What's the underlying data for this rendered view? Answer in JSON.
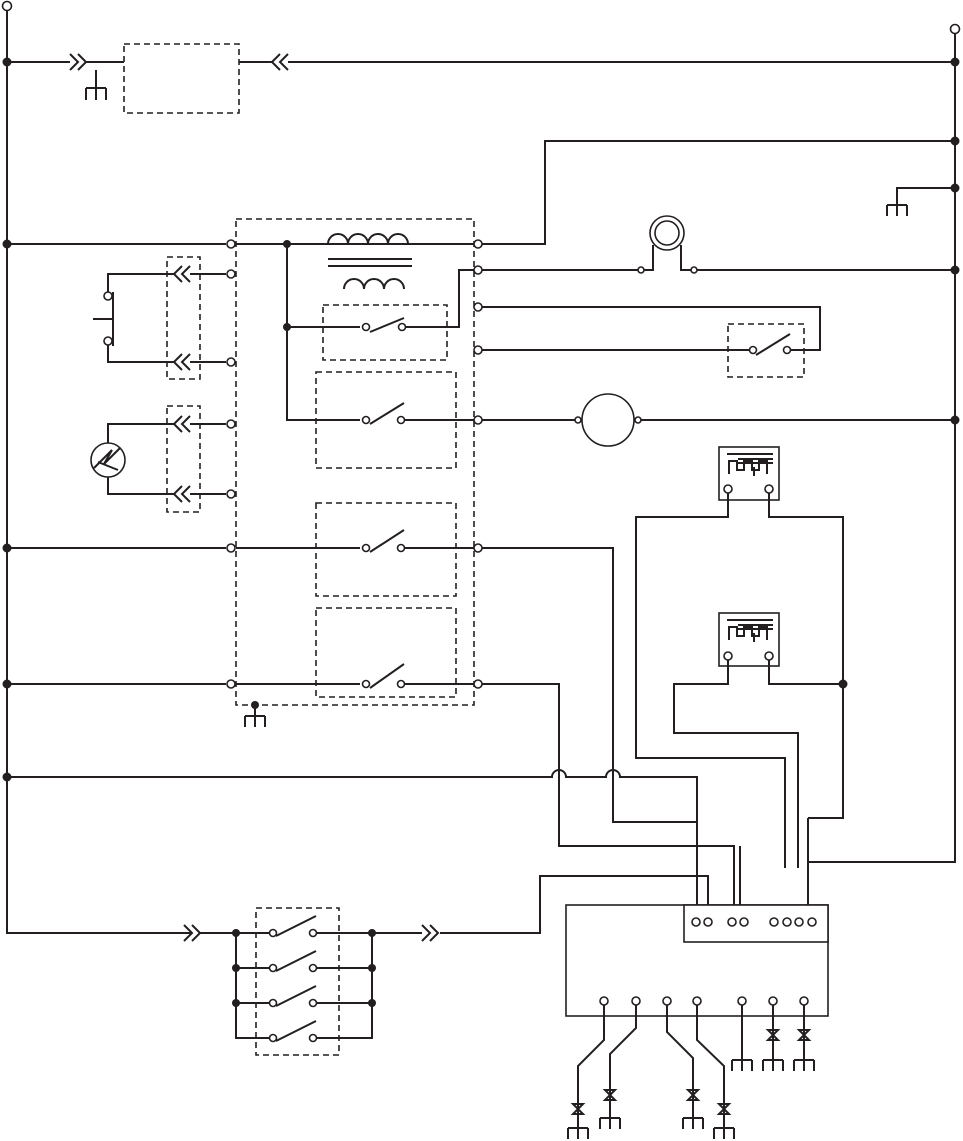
{
  "diagram": {
    "type": "electrical wiring schematic",
    "colors": {
      "stroke": "#231f20",
      "background": "#ffffff"
    },
    "supply_lines": [
      "left-line-terminal",
      "right-line-terminal"
    ],
    "components": [
      "plug-in-module",
      "control-board",
      "transformer",
      "relay-contact",
      "door-switch",
      "thermistor",
      "lamp",
      "motor",
      "external-switch",
      "heater-element-upper",
      "heater-element-lower",
      "gang-switch",
      "terminal-block",
      "ground-symbol",
      "valve-symbol"
    ],
    "labels": []
  }
}
